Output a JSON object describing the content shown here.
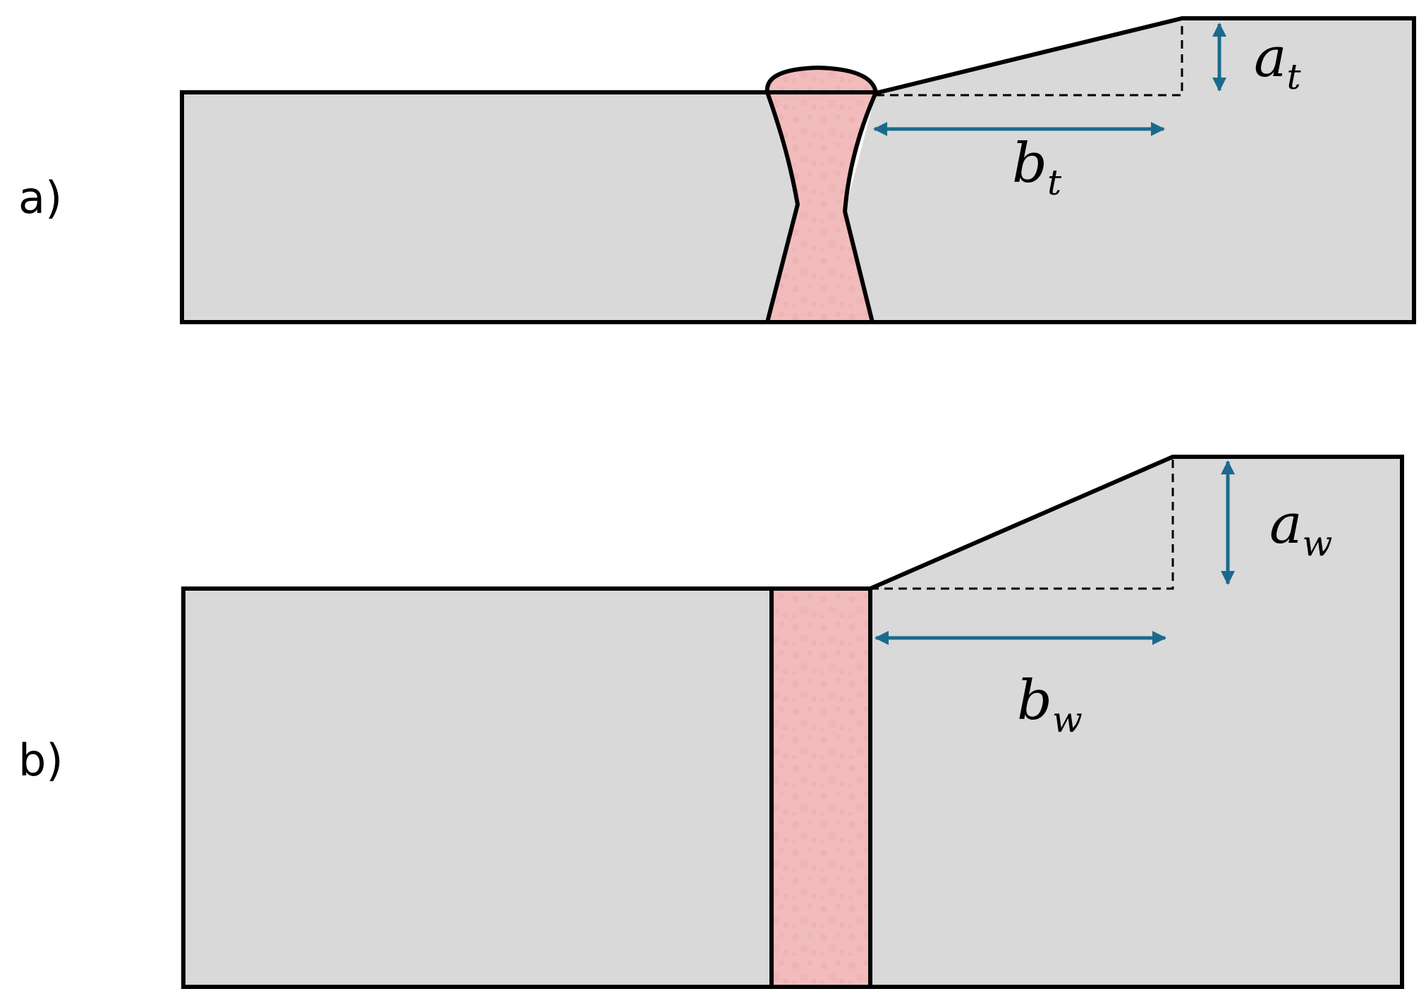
{
  "panels": {
    "a": {
      "label": "a)",
      "height_symbol": "a",
      "height_subscript": "t",
      "length_symbol": "b",
      "length_subscript": "t"
    },
    "b": {
      "label": "b)",
      "height_symbol": "a",
      "height_subscript": "w",
      "length_symbol": "b",
      "length_subscript": "w"
    }
  },
  "colors": {
    "plate_fill": "#d9d9d9",
    "weld_fill": "#f2bcbc",
    "weld_speckle": "#e9a9a9",
    "outline": "#000000",
    "dimension_arrow": "#1b6a8c"
  }
}
